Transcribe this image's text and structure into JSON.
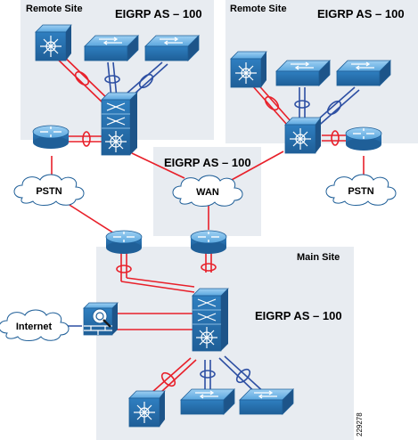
{
  "regions": {
    "remote_site_left": {
      "label": "Remote Site",
      "as_label": "EIGRP AS – 100"
    },
    "remote_site_right": {
      "label": "Remote Site",
      "as_label": "EIGRP AS – 100"
    },
    "wan": {
      "as_label": "EIGRP AS – 100"
    },
    "main_site": {
      "label": "Main Site",
      "as_label": "EIGRP AS – 100"
    }
  },
  "clouds": {
    "pstn_left": "PSTN",
    "wan": "WAN",
    "pstn_right": "PSTN",
    "internet": "Internet"
  },
  "figure_id": "229278",
  "colors": {
    "region_fill": "#e8ecf1",
    "device_blue": "#2f7fc0",
    "device_light": "#6fb3e6",
    "link_red": "#e8202a",
    "link_blue": "#2d4fa3"
  }
}
